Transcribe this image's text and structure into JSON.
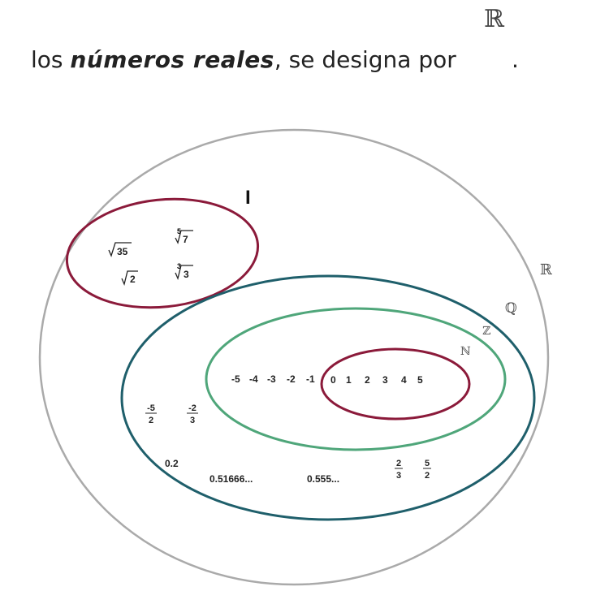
{
  "heading": {
    "symbol": "ℝ",
    "prefix": "los ",
    "emphasis": "números reales",
    "suffix": ", se designa por",
    "end": "."
  },
  "sets": {
    "irrational": "I",
    "reals": "ℝ",
    "rationals": "ℚ",
    "integers": "ℤ",
    "naturals": "ℕ"
  },
  "irrational_items": {
    "fifth_root_index": "5",
    "fifth_root_radicand": "7",
    "sqrt35_radicand": "35",
    "sqrt2_radicand": "2",
    "cube_root_index": "3",
    "cube_root_radicand": "3"
  },
  "negative_integers": [
    "-5",
    "-4",
    "-3",
    "-2",
    "-1"
  ],
  "natural_numbers": [
    "0",
    "1",
    "2",
    "3",
    "4",
    "5"
  ],
  "fractions": [
    {
      "num": "-5",
      "den": "2"
    },
    {
      "num": "-2",
      "den": "3"
    },
    {
      "num": "2",
      "den": "3"
    },
    {
      "num": "5",
      "den": "2"
    }
  ],
  "decimals": [
    "0.2",
    "0.51666...",
    "0.555..."
  ],
  "colors": {
    "reals": "#aaaaaa",
    "irrational": "#8b1a3a",
    "rationals": "#1f5f6b",
    "integers": "#4fa67a",
    "naturals": "#8b1a3a"
  }
}
